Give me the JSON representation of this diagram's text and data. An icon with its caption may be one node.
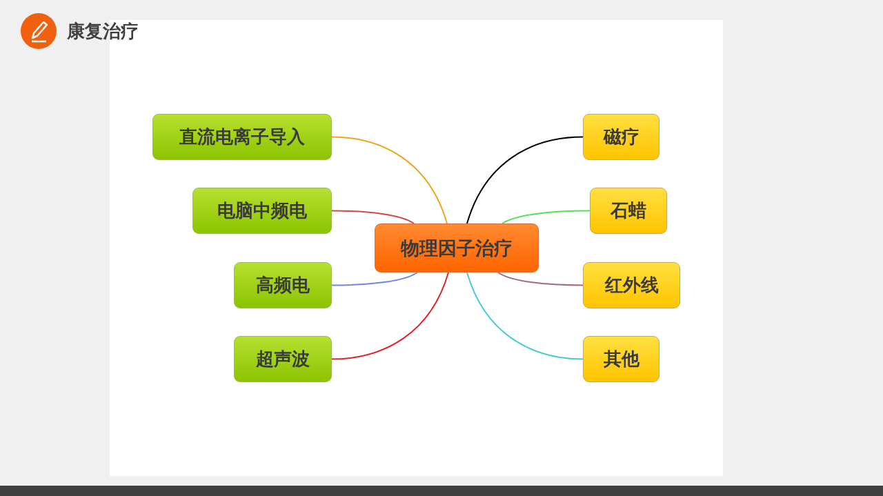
{
  "diagram": {
    "title": "康复治疗",
    "nodes": [
      {
        "text": [
          "物理因子治疗"
        ]
      },
      {
        "text": [
          "直流电离子导入"
        ]
      },
      {
        "text": [
          "电脑中频电"
        ]
      },
      {
        "text": [
          "高频电"
        ]
      },
      {
        "text": [
          "超声波"
        ]
      },
      {
        "text": [
          "磁疗"
        ]
      },
      {
        "text": [
          "石蜡"
        ]
      },
      {
        "text": [
          "红外线"
        ]
      },
      {
        "text": [
          "其他"
        ]
      }
    ],
    "edges": [
      {
        "from": 0,
        "to": 1,
        "arrow": "none",
        "color": "#eea51e"
      },
      {
        "from": 0,
        "to": 2,
        "arrow": "none",
        "color": "#d04848"
      },
      {
        "from": 0,
        "to": 3,
        "arrow": "none",
        "color": "#6a86e0"
      },
      {
        "from": 0,
        "to": 4,
        "arrow": "none",
        "color": "#e02222"
      },
      {
        "from": 0,
        "to": 5,
        "arrow": "none",
        "color": "#000000"
      },
      {
        "from": 0,
        "to": 6,
        "arrow": "none",
        "color": "#55e055"
      },
      {
        "from": 0,
        "to": 7,
        "arrow": "none",
        "color": "#a06a88"
      },
      {
        "from": 0,
        "to": 8,
        "arrow": "none",
        "color": "#48cccc"
      }
    ]
  }
}
